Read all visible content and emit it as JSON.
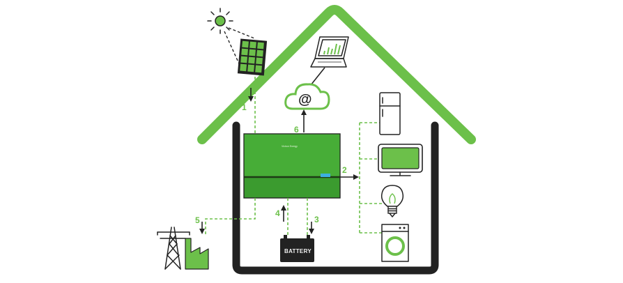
{
  "labels": {
    "battery": "BATTERY",
    "cloud_symbol": "@",
    "inverter_brand": "Victron Energy",
    "flows": [
      "1",
      "2",
      "3",
      "4",
      "5",
      "6"
    ]
  },
  "colors": {
    "accent_green": "#6cc04a",
    "inverter_green": "#3b9b2f",
    "house_outline": "#222222"
  },
  "icons": [
    "sun-icon",
    "solar-panel-icon",
    "laptop-icon",
    "cloud-icon",
    "inverter-icon",
    "fridge-icon",
    "tv-icon",
    "light-bulb-icon",
    "washing-machine-icon",
    "battery-icon",
    "power-pylon-icon",
    "factory-icon"
  ]
}
